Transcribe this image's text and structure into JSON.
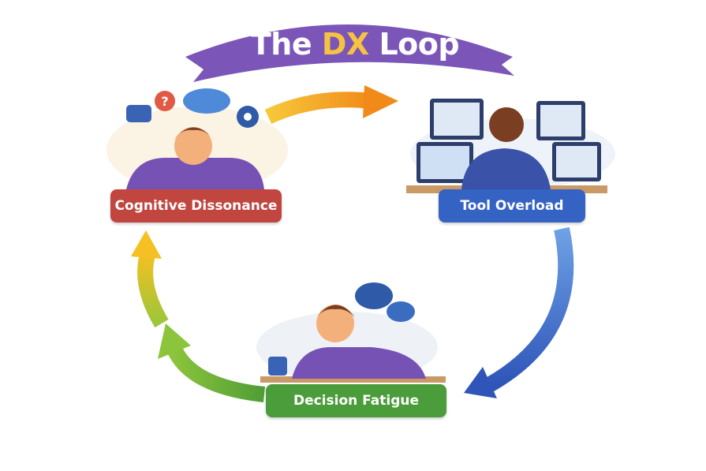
{
  "title": {
    "prefix": "The",
    "highlight": "DX",
    "suffix": "Loop"
  },
  "stages": [
    {
      "label": "Cognitive Dissonance",
      "color": "#c0463f"
    },
    {
      "label": "Tool Overload",
      "color": "#3563c4"
    },
    {
      "label": "Decision Fatigue",
      "color": "#4b9c3a"
    }
  ],
  "colors": {
    "banner": "#7b56b8",
    "orange": "#f39a1f",
    "blue": "#3a63c8",
    "green": "#5aaa3c",
    "yellow": "#f2c21f"
  }
}
